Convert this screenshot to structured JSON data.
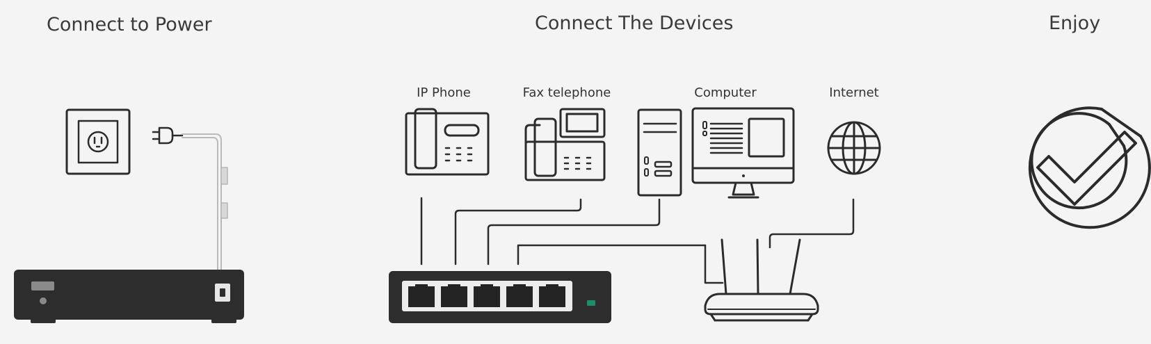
{
  "steps": {
    "power": "Connect to Power",
    "devices": "Connect The Devices",
    "enjoy": "Enjoy"
  },
  "devices": {
    "ip_phone": "IP Phone",
    "fax": "Fax telephone",
    "computer": "Computer",
    "internet": "Internet"
  },
  "colors": {
    "stroke": "#2b2b2b",
    "switch_body": "#2d2d2d",
    "port": "#242424",
    "led": "#1c8c6a",
    "background": "#f4f4f4"
  }
}
